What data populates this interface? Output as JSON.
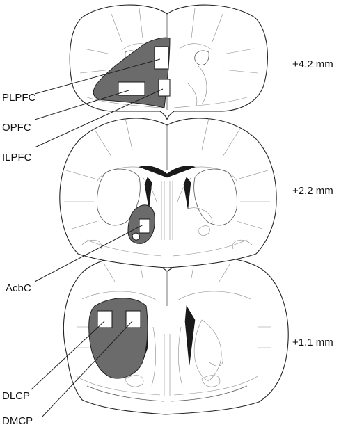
{
  "sections": [
    {
      "id": "section-1",
      "level_label": "+4.2 mm",
      "regions": [
        "PLPFC",
        "OPFC",
        "ILPFC"
      ]
    },
    {
      "id": "section-2",
      "level_label": "+2.2 mm",
      "regions": [
        "AcbC"
      ]
    },
    {
      "id": "section-3",
      "level_label": "+1.1 mm",
      "regions": [
        "DLCP",
        "DMCP"
      ]
    }
  ],
  "labels": {
    "plpfc": "PLPFC",
    "opfc": "OPFC",
    "ilpfc": "ILPFC",
    "acbc": "AcbC",
    "dlcp": "DLCP",
    "dmcp": "DMCP"
  },
  "colors": {
    "sampled_region": "#6b6b6b",
    "ventricle": "#1a1a1a",
    "outline": "#222222"
  }
}
